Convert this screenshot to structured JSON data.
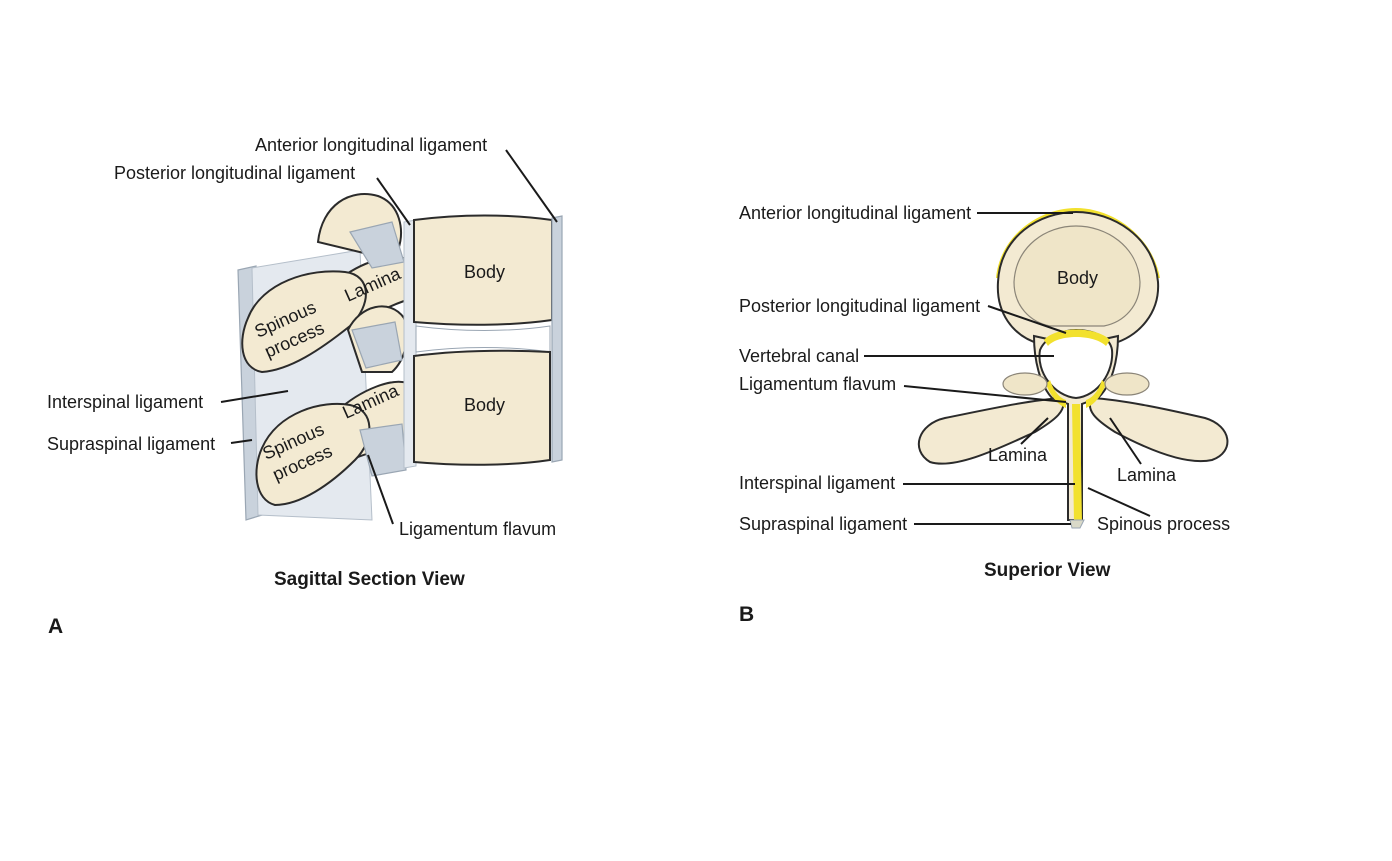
{
  "panel_a": {
    "letter": "A",
    "caption": "Sagittal Section View",
    "labels": {
      "anterior_longitudinal": "Anterior longitudinal ligament",
      "posterior_longitudinal": "Posterior longitudinal ligament",
      "interspinal": "Interspinal ligament",
      "supraspinal": "Supraspinal ligament",
      "ligamentum_flavum": "Ligamentum flavum",
      "body_upper": "Body",
      "body_lower": "Body",
      "lamina_upper": "Lamina",
      "lamina_lower": "Lamina",
      "spinous_upper_1": "Spinous",
      "spinous_upper_2": "process",
      "spinous_lower_1": "Spinous",
      "spinous_lower_2": "process"
    }
  },
  "panel_b": {
    "letter": "B",
    "caption": "Superior View",
    "labels": {
      "anterior_longitudinal": "Anterior longitudinal ligament",
      "posterior_longitudinal": "Posterior longitudinal ligament",
      "vertebral_canal": "Vertebral canal",
      "ligamentum_flavum": "Ligamentum flavum",
      "interspinal": "Interspinal ligament",
      "supraspinal": "Supraspinal ligament",
      "body": "Body",
      "lamina_left": "Lamina",
      "lamina_right": "Lamina",
      "spinous": "Spinous process"
    }
  },
  "colors": {
    "bone": "#f3ead2",
    "ligament": "#c9d2dc",
    "highlight_ligament": "#f2e12e"
  }
}
